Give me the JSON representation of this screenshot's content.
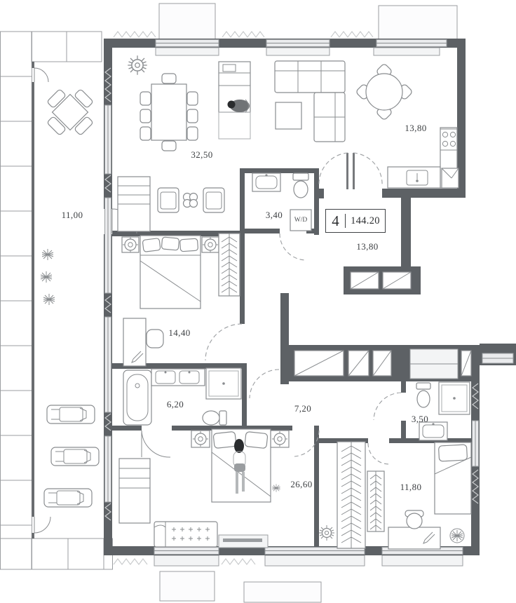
{
  "plan": {
    "badge": {
      "number": "4",
      "total_area": "144.20"
    },
    "rooms": [
      {
        "name": "terrace",
        "area": "11,00"
      },
      {
        "name": "living-dining",
        "area": "32,50"
      },
      {
        "name": "kitchen",
        "area": "13,80"
      },
      {
        "name": "bathroom-small",
        "area": "3,40"
      },
      {
        "name": "hallway",
        "area": "13,80"
      },
      {
        "name": "bedroom-west",
        "area": "14,40"
      },
      {
        "name": "bathroom-main",
        "area": "6,20"
      },
      {
        "name": "corridor",
        "area": "7,20"
      },
      {
        "name": "bathroom-guest",
        "area": "3,50"
      },
      {
        "name": "bedroom-master",
        "area": "26,60"
      },
      {
        "name": "bedroom-child",
        "area": "11,80"
      }
    ],
    "labels": {
      "washer_dryer": "W/D"
    },
    "colors": {
      "wall": "#5d6165",
      "window_fill": "#eaebed",
      "furniture_line": "#898c8f",
      "background": "#ffffff"
    }
  }
}
